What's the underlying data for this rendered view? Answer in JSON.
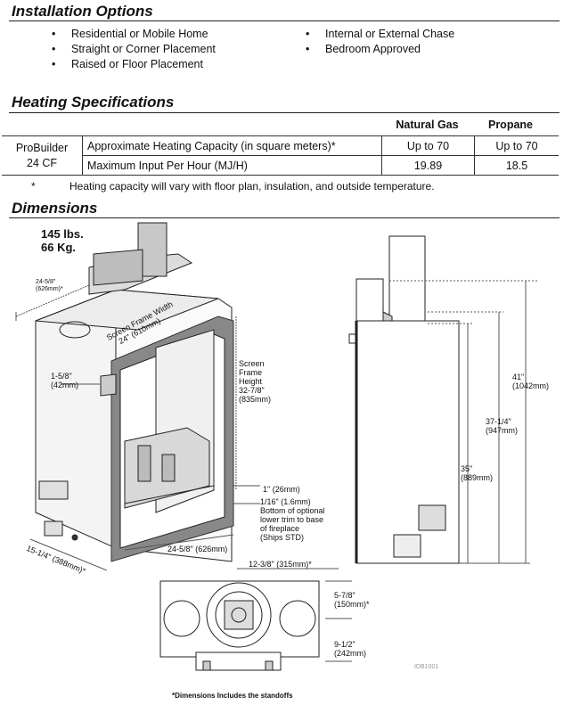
{
  "installation": {
    "title": "Installation Options",
    "left_items": [
      "Residential or Mobile Home",
      "Straight or Corner Placement",
      "Raised or Floor Placement"
    ],
    "right_items": [
      "Internal or External Chase",
      "Bedroom Approved"
    ]
  },
  "heating": {
    "title": "Heating Specifications",
    "col_natural_gas": "Natural Gas",
    "col_propane": "Propane",
    "model": "ProBuilder",
    "model_size": "24 CF",
    "rows": [
      {
        "label": "Approximate Heating Capacity (in square meters)*",
        "natural_gas": "Up to 70",
        "propane": "Up to 70"
      },
      {
        "label": "Maximum Input Per Hour (MJ/H)",
        "natural_gas": "19.89",
        "propane": "18.5"
      }
    ],
    "footnote_mark": "*",
    "footnote": "Heating capacity will vary with floor plan, insulation, and outside temperature."
  },
  "dimensions": {
    "title": "Dimensions",
    "weight_lbs": "145 lbs.",
    "weight_kg": "66 Kg.",
    "top_width": "24-5/8\"",
    "top_width_mm": "(626mm)*",
    "side_offset": "1-5/8\"",
    "side_offset_mm": "(42mm)",
    "frame_width_1": "Screen Frame Width",
    "frame_width_2": "24\" (610mm)",
    "frame_height_1": "Screen",
    "frame_height_2": "Frame",
    "frame_height_3": "Height",
    "frame_height_4": "32-7/8\"",
    "frame_height_5": "(835mm)",
    "gap_1": "1\" (26mm)",
    "gap_2": "1/16\" (1.6mm)",
    "trim_1": "Bottom of optional",
    "trim_2": "lower trim to base",
    "trim_3": "of fireplace",
    "trim_4": "(Ships STD)",
    "bottom_width": "24-5/8\" (626mm)",
    "depth": "15-1/4\" (388mm)*",
    "h41": "41\"",
    "h41_mm": "(1042mm)",
    "h37": "37-1/4\"",
    "h37_mm": "(947mm)",
    "h35": "35\"",
    "h35_mm": "(889mm)",
    "top_offset": "12-3/8\" (315mm)*",
    "d578": "5-7/8\"",
    "d578_mm": "(150mm)*",
    "d912": "9-1/2\"",
    "d912_mm": "(242mm)",
    "drawing_id": "IDB1001",
    "standoff_note": "*Dimensions Includes the standoffs"
  }
}
